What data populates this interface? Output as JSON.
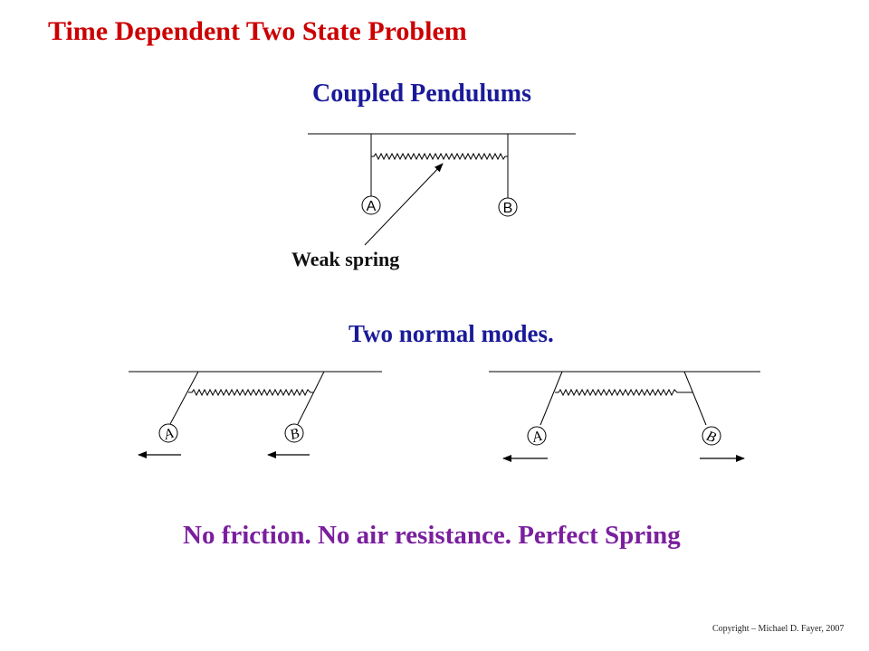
{
  "title": "Time Dependent Two State Problem",
  "subtitle": "Coupled Pendulums",
  "spring_label": "Weak spring",
  "modes_heading": "Two normal modes.",
  "conditions": "No friction. No air resistance.  Perfect Spring",
  "copyright": "Copyright – Michael D. Fayer, 2007",
  "bobs": {
    "top_a": "A",
    "top_b": "B",
    "mode1_a": "A",
    "mode1_b": "B",
    "mode2_a": "A",
    "mode2_b": "B"
  },
  "colors": {
    "title": "#cc0000",
    "subtitle": "#1a1a99",
    "conditions": "#7a1f9e"
  }
}
